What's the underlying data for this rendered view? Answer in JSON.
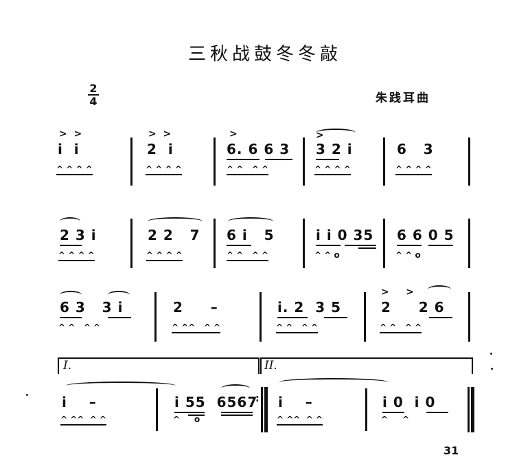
{
  "score": {
    "title": "三秋战鼓冬冬敲",
    "composer": "朱践耳曲",
    "time_signature": {
      "numerator": "2",
      "denominator": "4"
    },
    "page_number": "31"
  },
  "rows": [
    {
      "measures": [
        {
          "notes": "i  i",
          "accents": ">  >",
          "gloss": "^ ^ ^ ^"
        },
        {
          "notes": "2  i",
          "accents": ">  >",
          "gloss": "^ ^ ^ ^"
        },
        {
          "notes": "6. 6 6 3",
          "accents": ">",
          "gloss": "^ ^   ^ ^"
        },
        {
          "notes": "3 2 i",
          "accents": ">",
          "gloss": "^ ^ ^ ^"
        },
        {
          "notes": "6   3",
          "accents": "",
          "gloss": "^ ^ ^ ^"
        }
      ]
    },
    {
      "measures": [
        {
          "notes": "2 3 i",
          "accents": "",
          "gloss": "^ ^ ^ ^"
        },
        {
          "notes": "2 2   7",
          "accents": "",
          "gloss": "^ ^ ^ ^"
        },
        {
          "notes": "6 i   5",
          "accents": "",
          "gloss": "^ ^   ^ ^"
        },
        {
          "notes": "i i 0 35",
          "accents": "",
          "gloss": "^ ^ o"
        },
        {
          "notes": "6 6 0 5",
          "accents": "",
          "gloss": "^ ^ o"
        }
      ]
    },
    {
      "measures": [
        {
          "notes": "6 3   3 i",
          "accents": "",
          "gloss": "^ ^   ^ ^"
        },
        {
          "notes": "2     –",
          "accents": "",
          "gloss": "^ ^^   ^ ^"
        },
        {
          "notes": "i. 2  3 5",
          "accents": "",
          "gloss": "^ ^   ^ ^"
        },
        {
          "notes": "2     2 6",
          "accents": ">     >",
          "gloss": "^ ^   ^ ^"
        }
      ]
    },
    {
      "endings": [
        {
          "label": "I.",
          "measures": [
            {
              "notes": "i    –",
              "gloss": "^ ^^  ^ ^"
            },
            {
              "notes": "i 55  6567",
              "gloss": "^     o"
            }
          ]
        },
        {
          "label": "II.",
          "measures": [
            {
              "notes": "i    –",
              "gloss": "^ ^^  ^ ^"
            },
            {
              "notes": "i 0  i 0",
              "gloss": "^     ^"
            }
          ]
        }
      ]
    }
  ]
}
